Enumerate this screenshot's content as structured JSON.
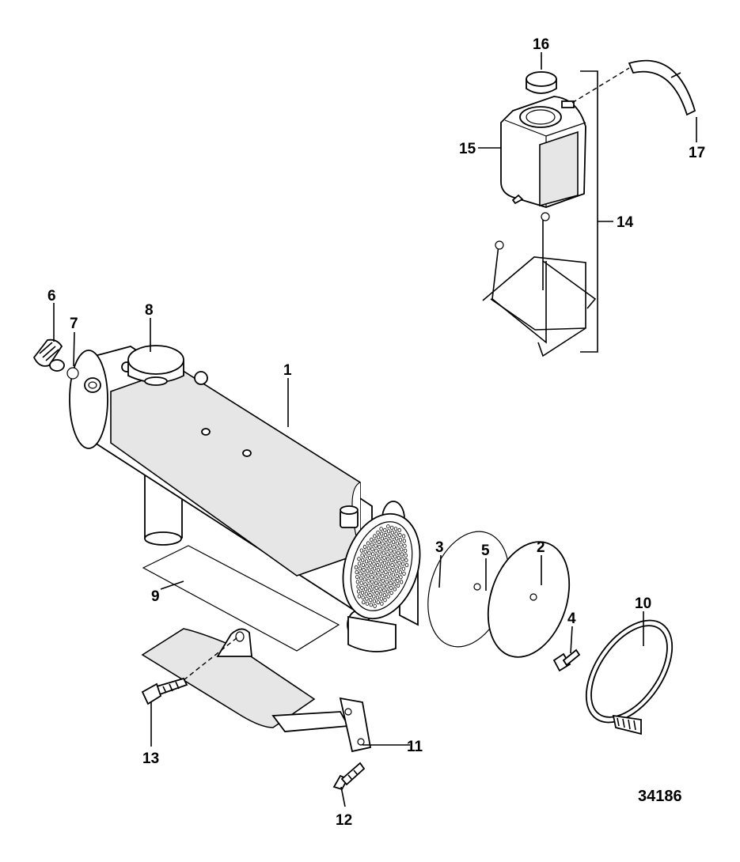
{
  "figure_id": "34186",
  "callouts": {
    "c1": "1",
    "c2": "2",
    "c3": "3",
    "c4": "4",
    "c5": "5",
    "c6": "6",
    "c7": "7",
    "c8": "8",
    "c9": "9",
    "c10": "10",
    "c11": "11",
    "c12": "12",
    "c13": "13",
    "c14": "14",
    "c15": "15",
    "c16": "16",
    "c17": "17"
  },
  "colors": {
    "ink": "#000000",
    "paper": "#ffffff",
    "shade": "#e6e6e6"
  }
}
